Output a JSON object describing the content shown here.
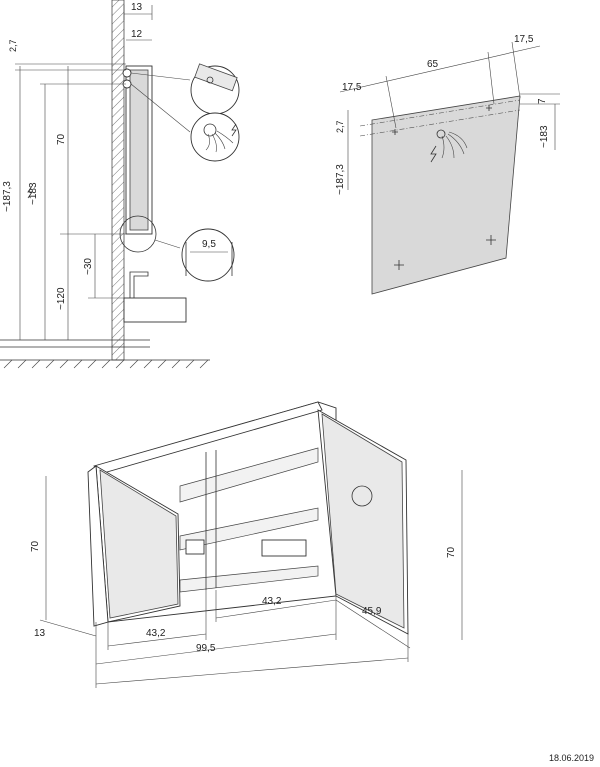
{
  "side_view": {
    "dims": {
      "depth_total": "13",
      "depth_inner": "12",
      "top_offset": "2,7",
      "height_ref": "~187,3",
      "height_elec": "~183",
      "cabinet_height": "70",
      "gap_basin": "~30",
      "floor_to_basin": "~120",
      "detail_gap": "9,5"
    }
  },
  "rear_view": {
    "dims": {
      "top_width": "65",
      "right_offset": "17,5",
      "left_offset": "17,5",
      "right_down": "7",
      "elec_height": "~183",
      "top_offset": "2,7",
      "ref_height": "~187,3"
    }
  },
  "perspective": {
    "dims": {
      "height_left": "70",
      "depth": "13",
      "door_width_left": "43,2",
      "total_width": "99,5",
      "door_width_right": "43,2",
      "door_swing": "45,9",
      "height_right": "70"
    }
  },
  "footer": {
    "date": "18.06.2019"
  },
  "icons": [
    "lightning-icon",
    "cable-icon",
    "socket-icon",
    "screw-icon"
  ]
}
